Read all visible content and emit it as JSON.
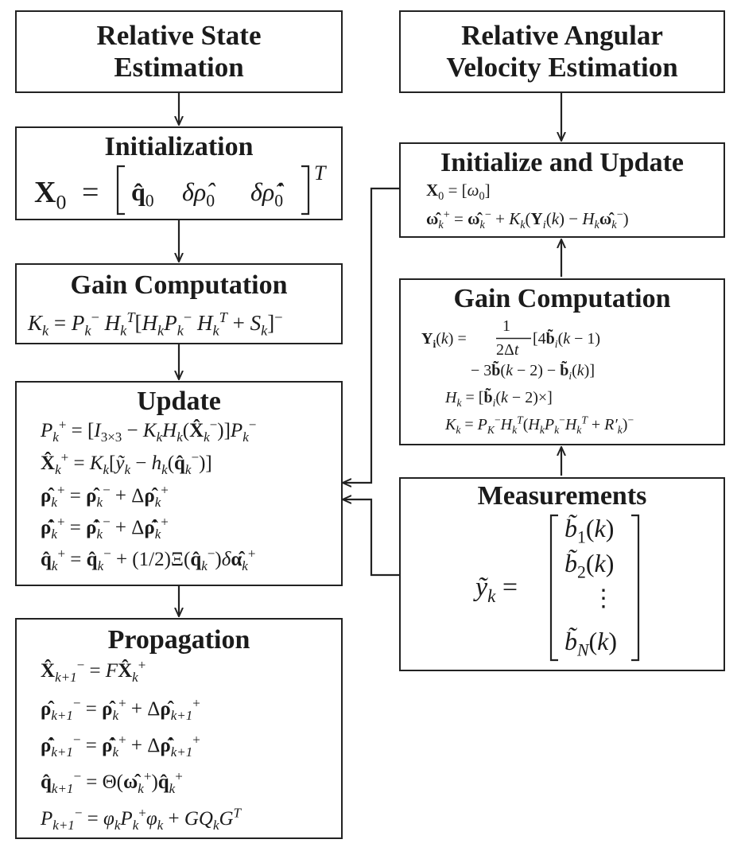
{
  "boxes": {
    "relative_state_estimation": {
      "title_line1": "Relative State",
      "title_line2": "Estimation"
    },
    "initialization": {
      "title": "Initialization",
      "eq": "X₀ = [ q̂₀   δρ̂₀   δρ̂̇₀ ]ᵀ"
    },
    "gain_left": {
      "title": "Gain Computation",
      "eq": "Kₖ = Pₖ⁻ Hₖᵀ [Hₖ Pₖ⁻ Hₖᵀ + Sₖ]⁻"
    },
    "update": {
      "title": "Update",
      "eqs": [
        "Pₖ⁺ = [I₃ₓ₃ − Kₖ Hₖ(X̂ₖ⁻)] Pₖ⁻",
        "X̂ₖ⁺ = Kₖ[ỹₖ − hₖ(q̂ₖ⁻)]",
        "ρ̂ₖ⁺ = ρ̂ₖ⁻ + Δρ̂ₖ⁺",
        "ρ̂̇ₖ⁺ = ρ̂̇ₖ⁻ + Δρ̂̇ₖ⁺",
        "q̂ₖ⁺ = q̂ₖ⁻ + (1/2)Ξ(q̂ₖ⁻)δα̂ₖ⁺"
      ]
    },
    "propagation": {
      "title": "Propagation",
      "eqs": [
        "X̂ₖ₊₁⁻ = F X̂ₖ⁺",
        "ρ̂ₖ₊₁⁻ = ρ̂ₖ⁺ + Δρ̂ₖ₊₁⁺",
        "ρ̂̇ₖ₊₁⁻ = ρ̂̇ₖ⁺ + Δρ̂̇ₖ₊₁⁺",
        "q̂ₖ₊₁⁻ = Θ(ω̂ₖ⁺) q̂ₖ⁺",
        "Pₖ₊₁⁻ = φₖ Pₖ⁺ φₖ + G Qₖ Gᵀ"
      ]
    },
    "relative_angular_velocity": {
      "title_line1": "Relative Angular",
      "title_line2": "Velocity Estimation"
    },
    "initialize_update": {
      "title": "Initialize and Update",
      "eqs": [
        "X₀ = [ω₀]",
        "ω̂ₖ⁺ = ω̂ₖ⁻ + Kₖ(Yᵢ(k) − Hₖ ω̂ₖ⁻)"
      ]
    },
    "gain_right": {
      "title": "Gain Computation",
      "eqs": [
        "Yᵢ(k) = 1/(2Δt) [4b̃ᵢ(k − 1)",
        "− 3b̃(k − 2) − b̃ᵢ(k)]",
        "Hₖ = [b̃ᵢ(k − 2)×]",
        "Kₖ = P_K⁻ Hₖᵀ (Hₖ Pₖ⁻ Hₖᵀ + R′ₖ)⁻"
      ]
    },
    "measurements": {
      "title": "Measurements",
      "eq": "ỹₖ = [ b̃₁(k), b̃₂(k), ⋮, b̃_N(k) ]"
    }
  }
}
